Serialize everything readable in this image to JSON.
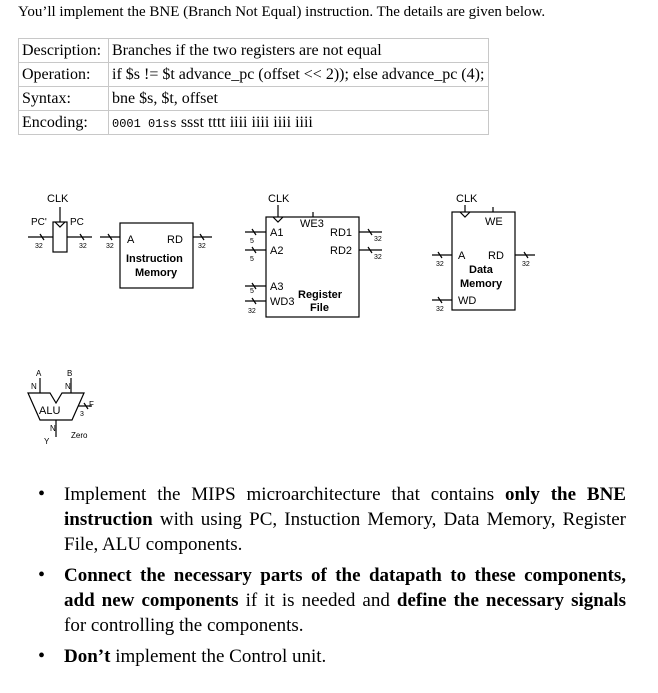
{
  "intro": "You’ll implement the BNE (Branch Not Equal) instruction. The details are given below.",
  "spec": [
    {
      "key": "Description:",
      "value": "Branches if the two registers are not equal"
    },
    {
      "key": "Operation:",
      "value": "if $s != $t advance_pc (offset << 2)); else advance_pc (4);"
    },
    {
      "key": "Syntax:",
      "value": "bne $s, $t, offset"
    },
    {
      "key": "Encoding:",
      "value_mono": "0001 01ss",
      "value": " ssst tttt iiii iiii iiii iiii"
    }
  ],
  "diagram": {
    "pc": {
      "clk": "CLK",
      "in": "PC'",
      "out": "PC",
      "w_in": "32",
      "w_out": "32"
    },
    "imem": {
      "addr": "A",
      "rd": "RD",
      "name1": "Instruction",
      "name2": "Memory",
      "w_in": "32",
      "w_out": "32"
    },
    "rf": {
      "clk": "CLK",
      "we": "WE3",
      "a1": "A1",
      "a2": "A2",
      "a3": "A3",
      "wd": "WD3",
      "rd1": "RD1",
      "rd2": "RD2",
      "name1": "Register",
      "name2": "File",
      "w5": "5",
      "w32": "32"
    },
    "dmem": {
      "clk": "CLK",
      "we": "WE",
      "addr": "A",
      "rd": "RD",
      "wd": "WD",
      "name1": "Data",
      "name2": "Memory",
      "w32": "32"
    },
    "alu": {
      "a": "A",
      "b": "B",
      "n": "N",
      "name": "ALU",
      "f": "F",
      "fw": "3",
      "y": "Y",
      "zero": "Zero"
    }
  },
  "tasks": [
    {
      "parts": [
        {
          "t": "Implement the MIPS microarchitecture that contains ",
          "b": false
        },
        {
          "t": "only the BNE instruction",
          "b": true
        },
        {
          "t": " with using PC, Instuction Memory, Data Memory, Register File, ALU components.",
          "b": false
        }
      ]
    },
    {
      "parts": [
        {
          "t": "Connect the necessary parts of the datapath to these components, add new components",
          "b": true
        },
        {
          "t": " if it is needed and ",
          "b": false
        },
        {
          "t": "define the necessary signals",
          "b": true
        },
        {
          "t": " for controlling the components.",
          "b": false
        }
      ]
    },
    {
      "parts": [
        {
          "t": "Don’t",
          "b": true
        },
        {
          "t": " implement the Control unit.",
          "b": false
        }
      ]
    }
  ]
}
